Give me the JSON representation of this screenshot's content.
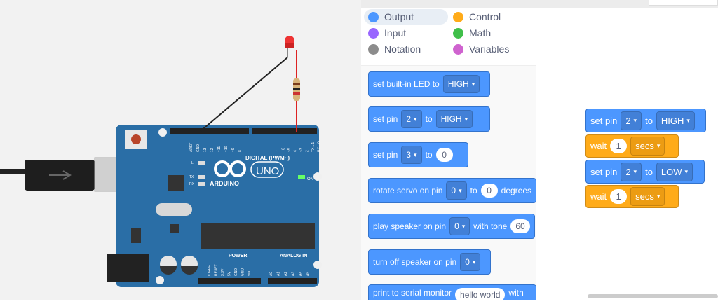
{
  "board": {
    "brand": "ARDUINO",
    "model": "UNO",
    "digital_label": "DIGITAL (PWM~)",
    "power_label": "POWER",
    "analog_label": "ANALOG IN",
    "on_label": "ON",
    "led_labels": [
      "L",
      "TX",
      "RX"
    ],
    "digital_pins_left": [
      "AREF",
      "GND",
      "13",
      "12",
      "~11",
      "~10",
      "~9",
      "8"
    ],
    "digital_pins_right": [
      "7",
      "~6",
      "~5",
      "4",
      "~3",
      "2",
      "TX→1",
      "RX←0"
    ],
    "power_pins": [
      "IOREF",
      "RESET",
      "3.3V",
      "5V",
      "GND",
      "GND",
      "Vin"
    ],
    "analog_pins": [
      "A0",
      "A1",
      "A2",
      "A3",
      "A4",
      "A5"
    ]
  },
  "categories": [
    {
      "label": "Output",
      "color": "#4c97ff"
    },
    {
      "label": "Control",
      "color": "#ffab19"
    },
    {
      "label": "Input",
      "color": "#9966ff"
    },
    {
      "label": "Math",
      "color": "#40bf4a"
    },
    {
      "label": "Notation",
      "color": "#8c8c8c"
    },
    {
      "label": "Variables",
      "color": "#cf63cf"
    }
  ],
  "palette": {
    "b1": {
      "text": "set built-in LED to",
      "v": "HIGH"
    },
    "b2": {
      "t1": "set pin",
      "pin": "2",
      "t2": "to",
      "v": "HIGH"
    },
    "b3": {
      "t1": "set pin",
      "pin": "3",
      "t2": "to",
      "v": "0"
    },
    "b4": {
      "t1": "rotate servo on pin",
      "pin": "0",
      "t2": "to",
      "v": "0",
      "t3": "degrees"
    },
    "b5": {
      "t1": "play speaker on pin",
      "pin": "0",
      "t2": "with tone",
      "v": "60"
    },
    "b6": {
      "t1": "turn off speaker on pin",
      "pin": "0"
    },
    "b7": {
      "t1": "print to serial monitor",
      "v": "hello world",
      "t2": "with"
    }
  },
  "script": [
    {
      "t1": "set pin",
      "pin": "2",
      "t2": "to",
      "v": "HIGH"
    },
    {
      "t1": "wait",
      "n": "1",
      "unit": "secs"
    },
    {
      "t1": "set pin",
      "pin": "2",
      "t2": "to",
      "v": "LOW"
    },
    {
      "t1": "wait",
      "n": "1",
      "unit": "secs"
    }
  ],
  "caret": "▾"
}
